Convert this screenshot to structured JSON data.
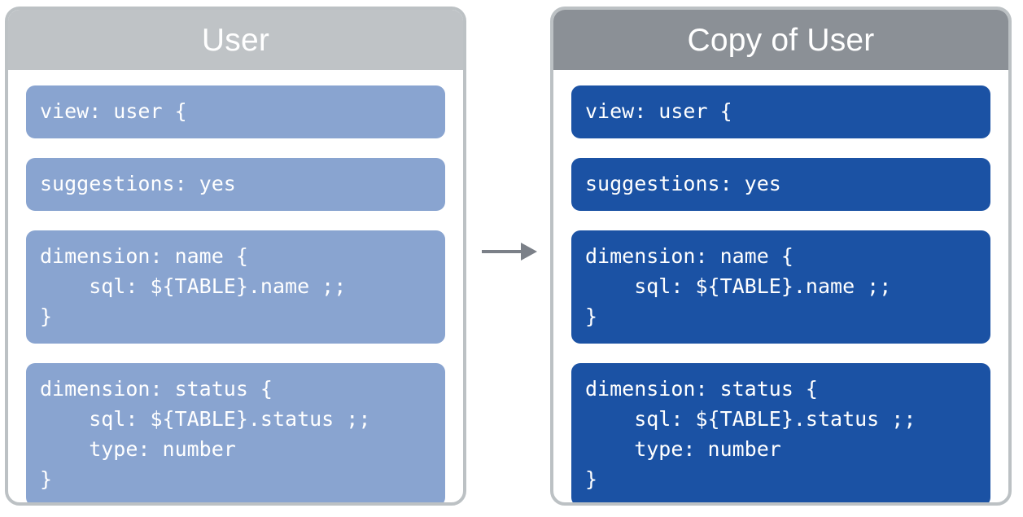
{
  "diagram": {
    "type": "view-copy-comparison",
    "background_color": "#ffffff",
    "arrow": {
      "name": "copy-arrow",
      "direction": "right",
      "color": "#7b8088"
    },
    "panels": [
      {
        "id": "source",
        "title": "User",
        "header_color": "#bfc3c6",
        "block_color": "#89a4d0",
        "border_color": "#bcc1c4",
        "blocks": [
          {
            "name": "view-declaration",
            "code": "view: user {"
          },
          {
            "name": "suggestions-parameter",
            "code": "suggestions: yes"
          },
          {
            "name": "dimension-name",
            "code": "dimension: name {\n    sql: ${TABLE}.name ;;\n}"
          },
          {
            "name": "dimension-status",
            "code": "dimension: status {\n    sql: ${TABLE}.status ;;\n    type: number\n}"
          }
        ]
      },
      {
        "id": "copy",
        "title": "Copy of User",
        "header_color": "#8b9096",
        "block_color": "#1b52a4",
        "border_color": "#bcc1c4",
        "blocks": [
          {
            "name": "view-declaration",
            "code": "view: user {"
          },
          {
            "name": "suggestions-parameter",
            "code": "suggestions: yes"
          },
          {
            "name": "dimension-name",
            "code": "dimension: name {\n    sql: ${TABLE}.name ;;\n}"
          },
          {
            "name": "dimension-status",
            "code": "dimension: status {\n    sql: ${TABLE}.status ;;\n    type: number\n}"
          }
        ]
      }
    ]
  }
}
